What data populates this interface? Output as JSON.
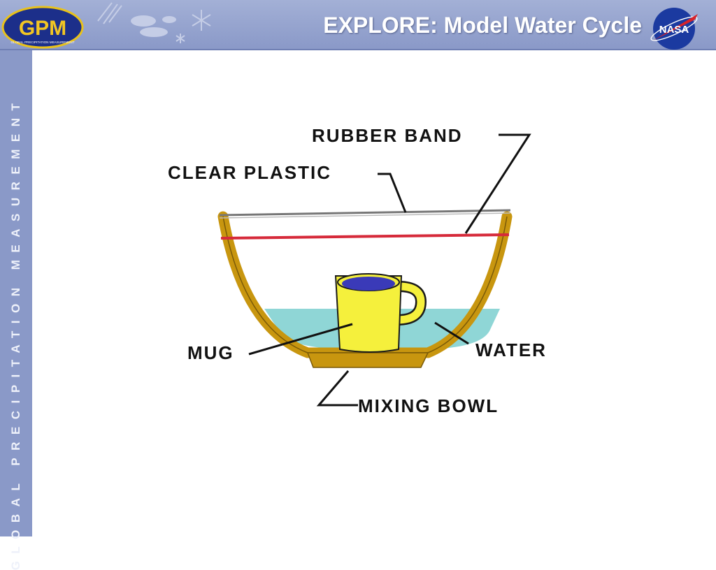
{
  "header": {
    "title": "EXPLORE: Model Water Cycle",
    "logo_text": "GPM",
    "logo_subtext": "GLOBAL PRECIPITATION MEASUREMENT",
    "agency_text": "NASA"
  },
  "sidebar": {
    "text": "GLOBAL PRECIPITATION MEASUREMENT"
  },
  "diagram": {
    "labels": {
      "rubber_band": "RUBBER BAND",
      "clear_plastic": "CLEAR PLASTIC",
      "mug": "MUG",
      "water": "WATER",
      "mixing_bowl": "MIXING BOWL"
    }
  },
  "colors": {
    "header": "#8a99c8",
    "bowl": "#c8960f",
    "water": "#8fd6d6",
    "mug": "#f5f03c",
    "coffee": "#3a3ab8",
    "rubber_band": "#d62a3a"
  }
}
